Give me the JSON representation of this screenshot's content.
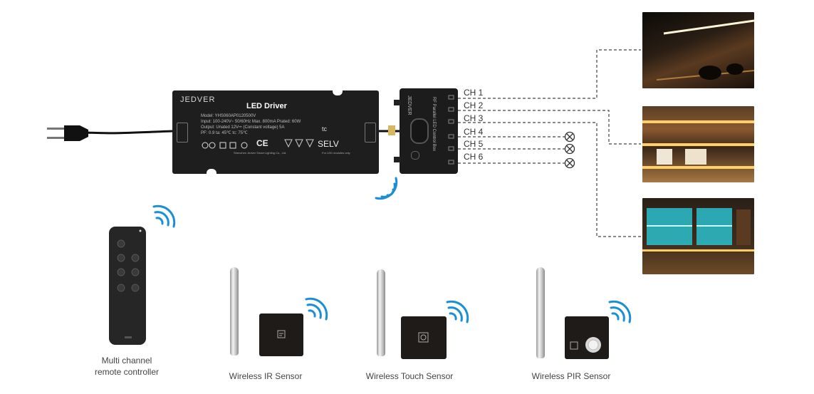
{
  "driver": {
    "brand": "JEDVER",
    "title": "LED Driver",
    "model": "Model: YHS060AP0120500V",
    "input": "Input: 100-240V~ 50/60Hz Max. 800mA  Prated: 60W",
    "output": "Output: Unated  12V⎓  (Constant voltage)   5A",
    "pf": "PF: 0.9  ta: 45℃   tc: 75℃",
    "selv": "SELV",
    "tc": "tc",
    "ce": "CE",
    "maker": "Shenzhen Jedver Smart Lighting Co., Ltd.",
    "for_led": "For LED modules only"
  },
  "control_box": {
    "brand": "JEDVER",
    "label": "RF Parallel LED Control Box"
  },
  "channels": [
    "CH 1",
    "CH 2",
    "CH 3",
    "CH 4",
    "CH 5",
    "CH 6"
  ],
  "captions": {
    "remote": [
      "Multi channel",
      "remote controller"
    ],
    "ir": "Wireless IR Sensor",
    "touch": "Wireless Touch Sensor",
    "pir": "Wireless PIR Sensor"
  },
  "colors": {
    "device": "#1e1e1e",
    "wifi": "#1a8fd6",
    "dashed_line": "#444444",
    "sensor_box": "#1f1b19"
  },
  "icons": [
    "power-plug-icon",
    "wifi-signal-icon",
    "lamp-off-icon"
  ]
}
